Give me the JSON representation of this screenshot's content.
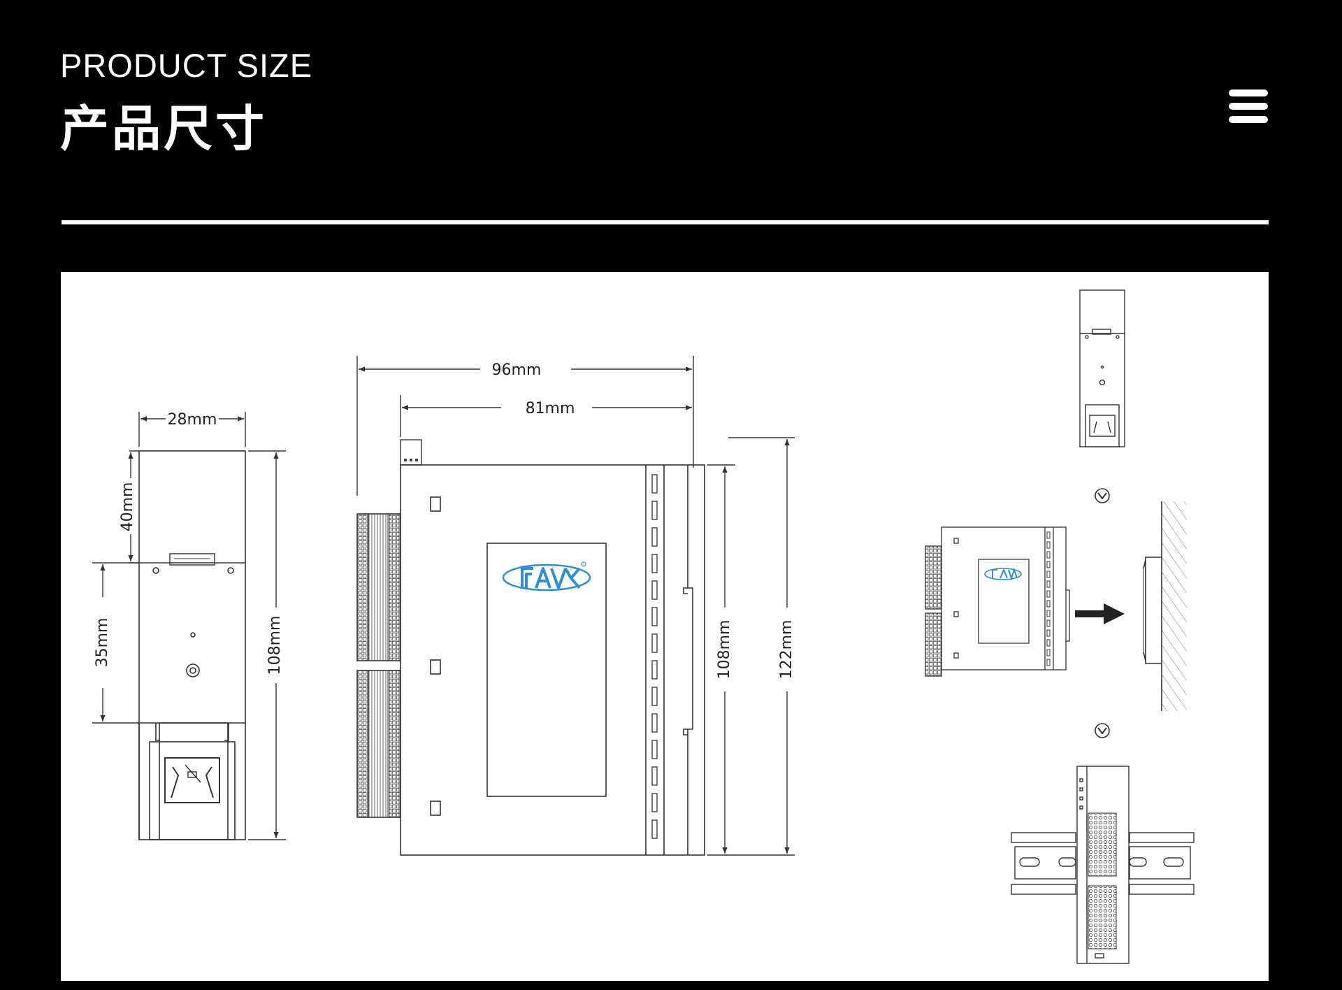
{
  "header": {
    "title_en": "PRODUCT SIZE",
    "title_zh": "产品尺寸"
  },
  "menu": {
    "icon": "hamburger-menu-icon"
  },
  "colors": {
    "background": "#000000",
    "panel": "#ffffff",
    "line": "#333333",
    "brand": "#2d8fd5"
  },
  "diagram": {
    "side_view": {
      "width_label": "28mm",
      "top_label": "40mm",
      "mid_label": "35mm",
      "height_label": "108mm"
    },
    "front_view": {
      "overall_width_label": "96mm",
      "body_width_label": "81mm",
      "body_height_label": "108mm",
      "overall_height_label": "122mm"
    }
  }
}
